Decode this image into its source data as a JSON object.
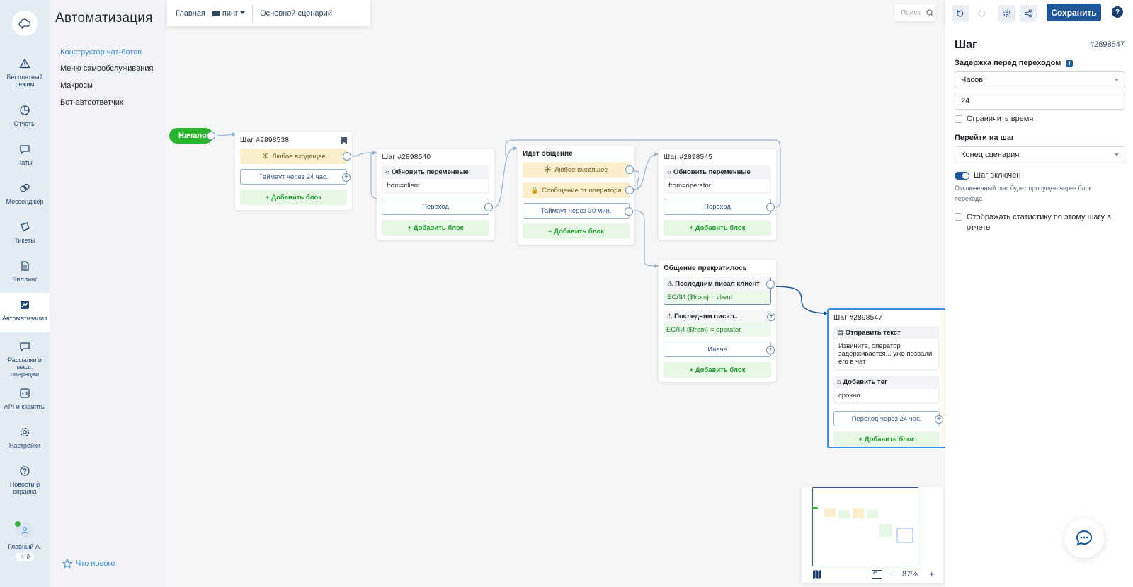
{
  "rail": {
    "items": [
      {
        "label": "Бесплатный режим",
        "icon": "warning-icon"
      },
      {
        "label": "Отчеты",
        "icon": "pie-chart-icon"
      },
      {
        "label": "Чаты",
        "icon": "chat-icon"
      },
      {
        "label": "Мессенджер",
        "icon": "messenger-icon"
      },
      {
        "label": "Тикеты",
        "icon": "ticket-icon"
      },
      {
        "label": "Биллинг",
        "icon": "document-icon"
      },
      {
        "label": "Автоматизация",
        "icon": "automation-icon"
      },
      {
        "label": "Рассылки и масс. операции",
        "icon": "broadcast-icon"
      },
      {
        "label": "API и скрипты",
        "icon": "code-icon"
      },
      {
        "label": "Настройки",
        "icon": "gear-icon"
      },
      {
        "label": "Новости и справка",
        "icon": "help-icon"
      }
    ],
    "user": {
      "name": "Главный А.",
      "stars": "0"
    }
  },
  "subnav": {
    "title": "Автоматизация",
    "links": [
      "Конструктор чат-ботов",
      "Меню самообслуживания",
      "Макросы",
      "Бот-автоответчик"
    ],
    "whats_new": "Что нового"
  },
  "breadcrumb": {
    "home": "Главная",
    "folder": "пинг",
    "scenario": "Основной сценарий"
  },
  "search": {
    "placeholder": "Поиск"
  },
  "toolbar": {
    "save_label": "Сохранить",
    "help_label": "?"
  },
  "flow": {
    "start_label": "Начало",
    "n1": {
      "title": "Шаг #2898538",
      "trigger": "Любое входящее",
      "timeout": "Таймаут через 24 час.",
      "add": "+ Добавить блок"
    },
    "n2": {
      "title": "Шаг #2898540",
      "block_title": "Обновить переменные",
      "block_value": "from=client",
      "transition": "Переход",
      "add": "+ Добавить блок"
    },
    "n3": {
      "title": "Идет общение",
      "trigger1": "Любое входящее",
      "trigger2": "Сообщение от оператора",
      "timeout": "Таймаут через 30 мин.",
      "add": "+ Добавить блок"
    },
    "n4": {
      "title": "Шаг #2898545",
      "block_title": "Обновить переменные",
      "block_value": "from=operator",
      "transition": "Переход",
      "add": "+ Добавить блок"
    },
    "n5": {
      "title": "Общение прекратилось",
      "c1_title": "Последним писал клиент",
      "c1_value": "ЕСЛИ {$from} = client",
      "c2_title": "Последним писал...",
      "c2_value": "ЕСЛИ {$from} = operator",
      "else": "Иначе",
      "add": "+ Добавить блок"
    },
    "n6": {
      "title": "Шаг #2898547",
      "b1_title": "Отправить текст",
      "b1_value": "Извините, оператор задерживается... уже позвали его в чат",
      "b2_title": "Добавить тег",
      "b2_value": "срочно",
      "transition": "Переход через 24 час.",
      "add": "+ Добавить блок"
    }
  },
  "panel": {
    "title": "Шаг",
    "id": "#2898547",
    "delay_label": "Задержка перед переходом",
    "info_badge": "i",
    "delay_unit": "Часов",
    "delay_value": "24",
    "limit_time": "Ограничить время",
    "goto_label": "Перейти на шаг",
    "goto_value": "Конец сценария",
    "enabled_label": "Шаг включен",
    "enabled_hint": "Отключенный шаг будет пропущен через блок перехода",
    "stats_label": "Отображать статистику по этому шагу в отчете"
  },
  "minimap": {
    "zoom": "87%",
    "minus": "−",
    "plus": "+"
  },
  "colors": {
    "accent": "#1f5799",
    "start": "#2bb52e",
    "selected": "#3e8fe0"
  }
}
